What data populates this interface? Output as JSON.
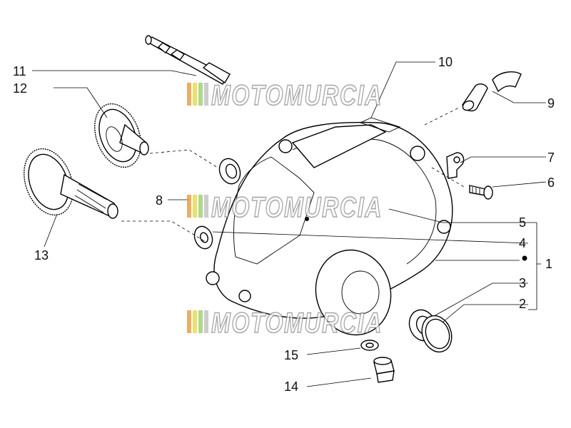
{
  "callouts": [
    {
      "id": "1",
      "label": "1"
    },
    {
      "id": "2",
      "label": "2"
    },
    {
      "id": "3",
      "label": "3"
    },
    {
      "id": "4",
      "label": "4"
    },
    {
      "id": "5",
      "label": "5"
    },
    {
      "id": "6",
      "label": "6"
    },
    {
      "id": "7",
      "label": "7"
    },
    {
      "id": "8",
      "label": "8"
    },
    {
      "id": "9",
      "label": "9"
    },
    {
      "id": "10",
      "label": "10"
    },
    {
      "id": "11",
      "label": "11"
    },
    {
      "id": "12",
      "label": "12"
    },
    {
      "id": "13",
      "label": "13"
    },
    {
      "id": "14",
      "label": "14"
    },
    {
      "id": "15",
      "label": "15"
    }
  ],
  "watermark": {
    "text": "MOTOMURCIA",
    "stripe_colors": [
      "#e89a3a",
      "#e8d84a",
      "#9ad06a",
      "#c0c0c0"
    ]
  }
}
